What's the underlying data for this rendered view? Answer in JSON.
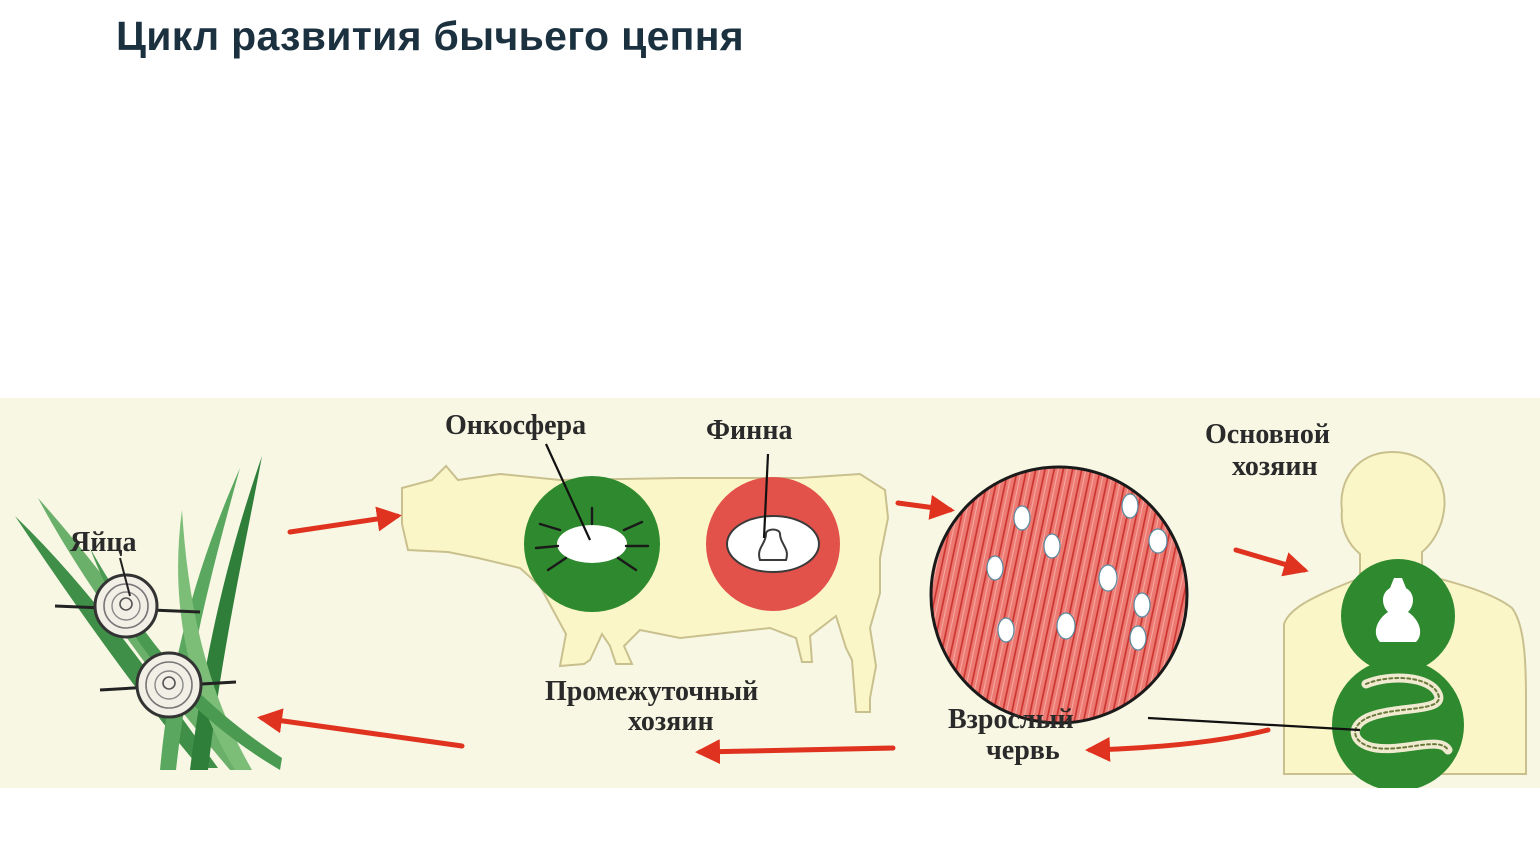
{
  "title": "Цикл развития бычьего цепня",
  "labels": {
    "eggs": "Яйца",
    "oncosphere": "Онкосфера",
    "finna": "Финна",
    "intermediate_line1": "Промежуточный",
    "intermediate_line2": "хозяин",
    "definitive_line1": "Основной",
    "definitive_line2": "хозяин",
    "adult_line1": "Взрослый",
    "adult_line2": "червь"
  },
  "colors": {
    "title": "#1c3140",
    "panel_background": "#f7f7e4",
    "body_fill": "#fbf6c8",
    "body_stroke": "#c9c08e",
    "green_disc": "#2f8a2f",
    "red_disc": "#e2524a",
    "muscle": "#e4605c",
    "arrow": "#e0331f",
    "grass": "#4f9f58",
    "label_text": "#2a2a2a"
  }
}
